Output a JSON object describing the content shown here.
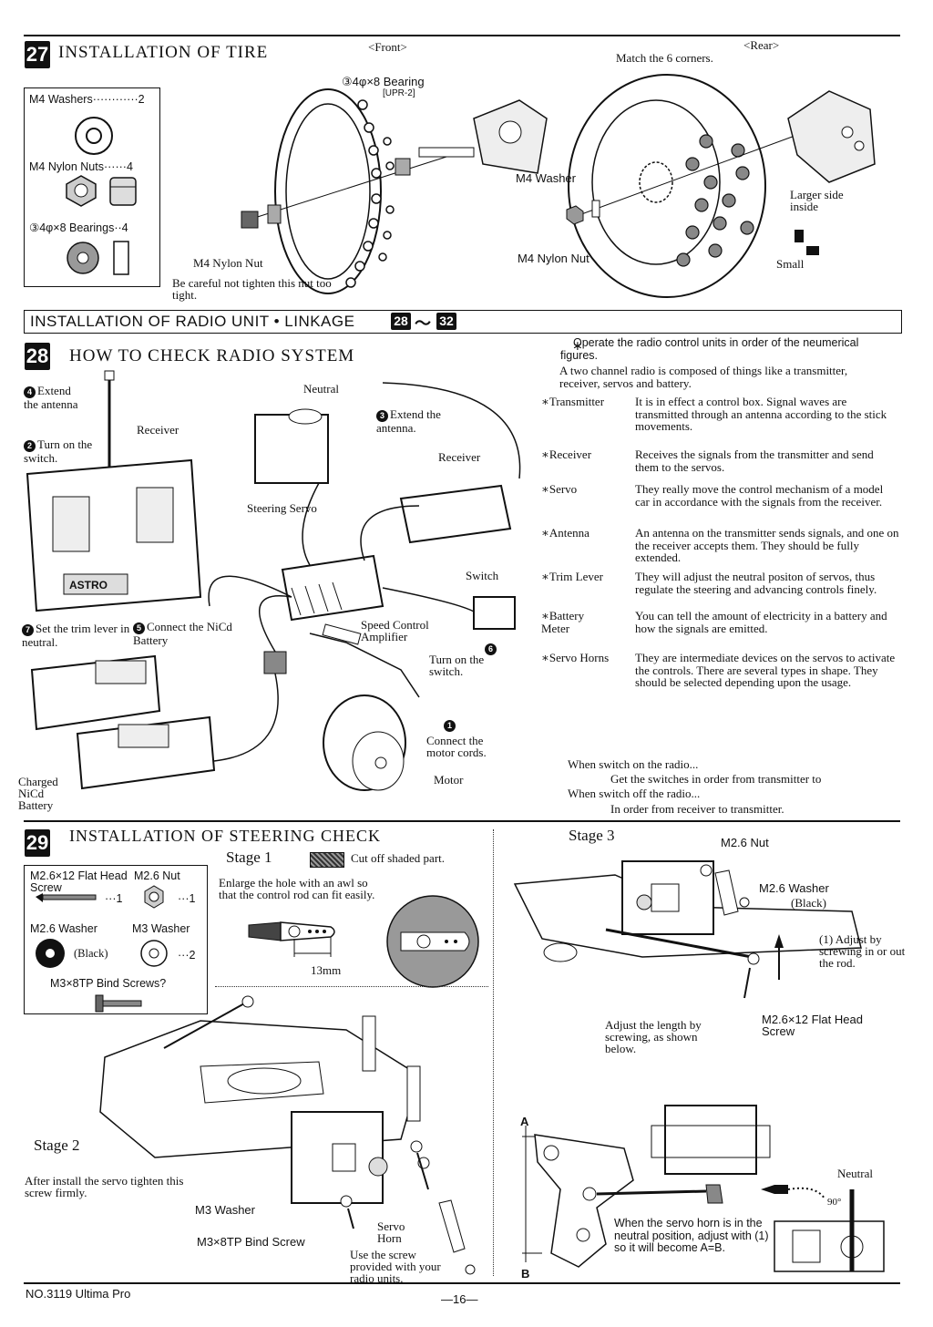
{
  "s27": {
    "num": "27",
    "title": "INSTALLATION OF TIRE",
    "front": "<Front>",
    "rear": "<Rear>",
    "match": "Match the 6 corners.",
    "parts": {
      "washers": "M4 Washers············2",
      "nuts": "M4 Nylon Nuts······4",
      "bearings": "③4φ×8 Bearings··4"
    },
    "bearing_lbl": "③4φ×8 Bearing",
    "bearing_code": "[UPR-2]",
    "nylon_nut_left": "M4 Nylon Nut",
    "careful": "Be careful not tighten this nut too tight.",
    "washer_lbl": "M4 Washer",
    "nylon_nut_right": "M4 Nylon Nut",
    "larger": "Larger side inside",
    "small": "Small"
  },
  "banner": {
    "text": "INSTALLATION OF RADIO UNIT • LINKAGE",
    "n1": "28",
    "tilde": "〜",
    "n2": "32"
  },
  "s28": {
    "num": "28",
    "title": "HOW TO CHECK RADIO SYSTEM",
    "steps": {
      "s4": "Extend the antenna",
      "s2": "Turn on the switch.",
      "s3": "Extend the antenna.",
      "s7": "Set the trim lever in neutral.",
      "s5": "Connect the NiCd Battery",
      "s6": "Turn on the switch.",
      "s1": "Connect the motor cords."
    },
    "nums": {
      "s1": "1",
      "s2": "2",
      "s3": "3",
      "s4": "4",
      "s5": "5",
      "s6": "6",
      "s7": "7"
    },
    "labels": {
      "receiver_a": "Receiver",
      "neutral": "Neutral",
      "receiver_b": "Receiver",
      "steering_servo": "Steering Servo",
      "switch": "Switch",
      "speed_control": "Speed Control Amplifier",
      "charged": "Charged NiCd Battery",
      "motor": "Motor"
    },
    "intro": "Operate the radio control units in order of the neumerical figures.",
    "intro2": "A two channel radio is composed of things like a transmitter, receiver, servos and battery.",
    "defs": [
      {
        "term": "∗Transmitter",
        "text": "It is in effect a control box. Signal waves are transmitted through an antenna according to the stick movements."
      },
      {
        "term": "∗Receiver",
        "text": "Receives the signals from the transmitter and send them to the servos."
      },
      {
        "term": "∗Servo",
        "text": "They really move the control mechanism of a model car in accordance with the signals from the receiver."
      },
      {
        "term": "∗Antenna",
        "text": "An antenna on the transmitter sends signals, and one on the receiver accepts them. They should be fully extended."
      },
      {
        "term": "∗Trim Lever",
        "text": "They will adjust the neutral positon of servos, thus regulate the steering and advancing controls finely."
      },
      {
        "term": "∗Battery Meter",
        "text": "You can tell the amount of electricity in a battery and how the signals are emitted."
      },
      {
        "term": "∗Servo Horns",
        "text": "They are intermediate devices on the servos to activate the controls. There are several types in shape. They should be selected depending upon the usage."
      }
    ],
    "when_on": "When switch on the radio...",
    "order_on": "Get the switches in order from transmitter to",
    "when_off": "When switch off the radio...",
    "order_off": "In order from receiver to transmitter."
  },
  "s29": {
    "num": "29",
    "title": "INSTALLATION OF STEERING CHECK",
    "stage1": "Stage 1",
    "cutoff": "Cut off shaded part.",
    "enlarge": "Enlarge the hole with an awl so that the control rod can fit easily.",
    "mm": "13mm",
    "parts": {
      "flat": "M2.6×12 Flat Head Screw",
      "flat_qty": "···1",
      "nut": "M2.6 Nut",
      "nut_qty": "···1",
      "washer": "M2.6 Washer",
      "black": "(Black)",
      "m3washer": "M3 Washer",
      "m3_qty": "···2",
      "bind": "M3×8TP Bind Screws?"
    },
    "stage2": "Stage 2",
    "after": "After install the servo tighten this screw firmly.",
    "m3w": "M3 Washer",
    "m3bind": "M3×8TP Bind Screw",
    "servo_horn": "Servo Horn",
    "use_screw": "Use the screw provided with your radio units.",
    "stage3": "Stage 3",
    "m26nut": "M2.6 Nut",
    "m26washer": "M2.6 Washer",
    "black2": "(Black)",
    "adjust1": "(1) Adjust by screwing in or out the rod.",
    "adjust_len": "Adjust the length by screwing, as shown below.",
    "flat2": "M2.6×12 Flat Head Screw",
    "neutral": "Neutral",
    "deg": "90°",
    "a": "A",
    "b": "B",
    "when_horn": "When the servo horn is in the neutral position, adjust with (1) so it will become A=B."
  },
  "footer": {
    "model": "NO.3119 Ultima Pro",
    "page": "—16—"
  }
}
